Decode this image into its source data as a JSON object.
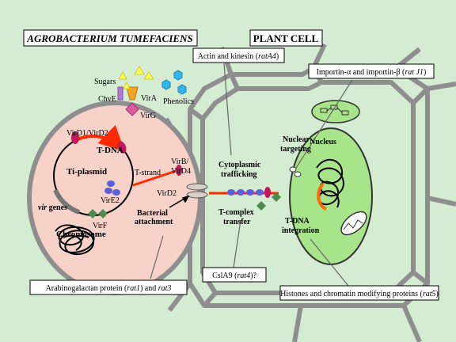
{
  "colors": {
    "background": "#d4ecd2",
    "bacterium_fill": "#f6d2c8",
    "plant_outline": "#8e8e8e",
    "nucleus_fill": "#a8e48a",
    "t_dna": "#ff2a00",
    "virD2": "#c2185b",
    "virE2": "#5b5fd9",
    "sugar": "#ffff55",
    "phenolic": "#33b5f0",
    "virF": "#4f8a4f",
    "cheE": "#b07ad6",
    "vira": "#f2a52a"
  },
  "titles": {
    "agrobacterium": "AGROBACTERIUM TUMEFACIENS",
    "plant_cell": "PLANT CELL"
  },
  "callouts": {
    "actin": {
      "pre": "Actin and kinesin (",
      "gene": "ratA4",
      "post": ")"
    },
    "importin": {
      "pre": "Importin-α and importin-β (",
      "gene": "rat J1",
      "post": ")"
    },
    "arabinogalactan": {
      "pre": "Arabinogalactan protein (",
      "gene": "rat1",
      "mid": ") and ",
      "gene2": "rat3",
      "post": ""
    },
    "csla9": {
      "pre": "CslA9 (",
      "gene": "rat4",
      "post": ")?"
    },
    "histones": {
      "pre": "Histones and chromatin modifying proteins (",
      "gene": "rat5",
      "post": ")"
    }
  },
  "labels": {
    "sugars": "Sugars",
    "chve": "ChvE",
    "vira": "VirA",
    "virg": "VirG",
    "phenolics": "Phenolics",
    "vird1_vird2": "VirD1/VirD2",
    "t_dna": "T-DNA",
    "ti_plasmid": "Ti-plasmid",
    "vir_genes_italic": "vir",
    "vir_genes_rest": " genes",
    "t_strand": "T-strand",
    "virb_line1": "VirB/",
    "virb_line2": "VirD4",
    "vird2": "VirD2",
    "vire2": "VirE2",
    "virf": "VirF",
    "chromosome": "Chromosome",
    "bacterial_attachment_1": "Bacterial",
    "bacterial_attachment_2": "attachment",
    "cytoplasmic_1": "Cytoplasmic",
    "cytoplasmic_2": "trafficking",
    "tcomplex_1": "T-complex",
    "tcomplex_2": "transfer",
    "nuclear_targeting_1": "Nuclear",
    "nuclear_targeting_2": "targeting",
    "nucleus": "Nucleus",
    "integration_1": "T-DNA",
    "integration_2": "integration"
  }
}
